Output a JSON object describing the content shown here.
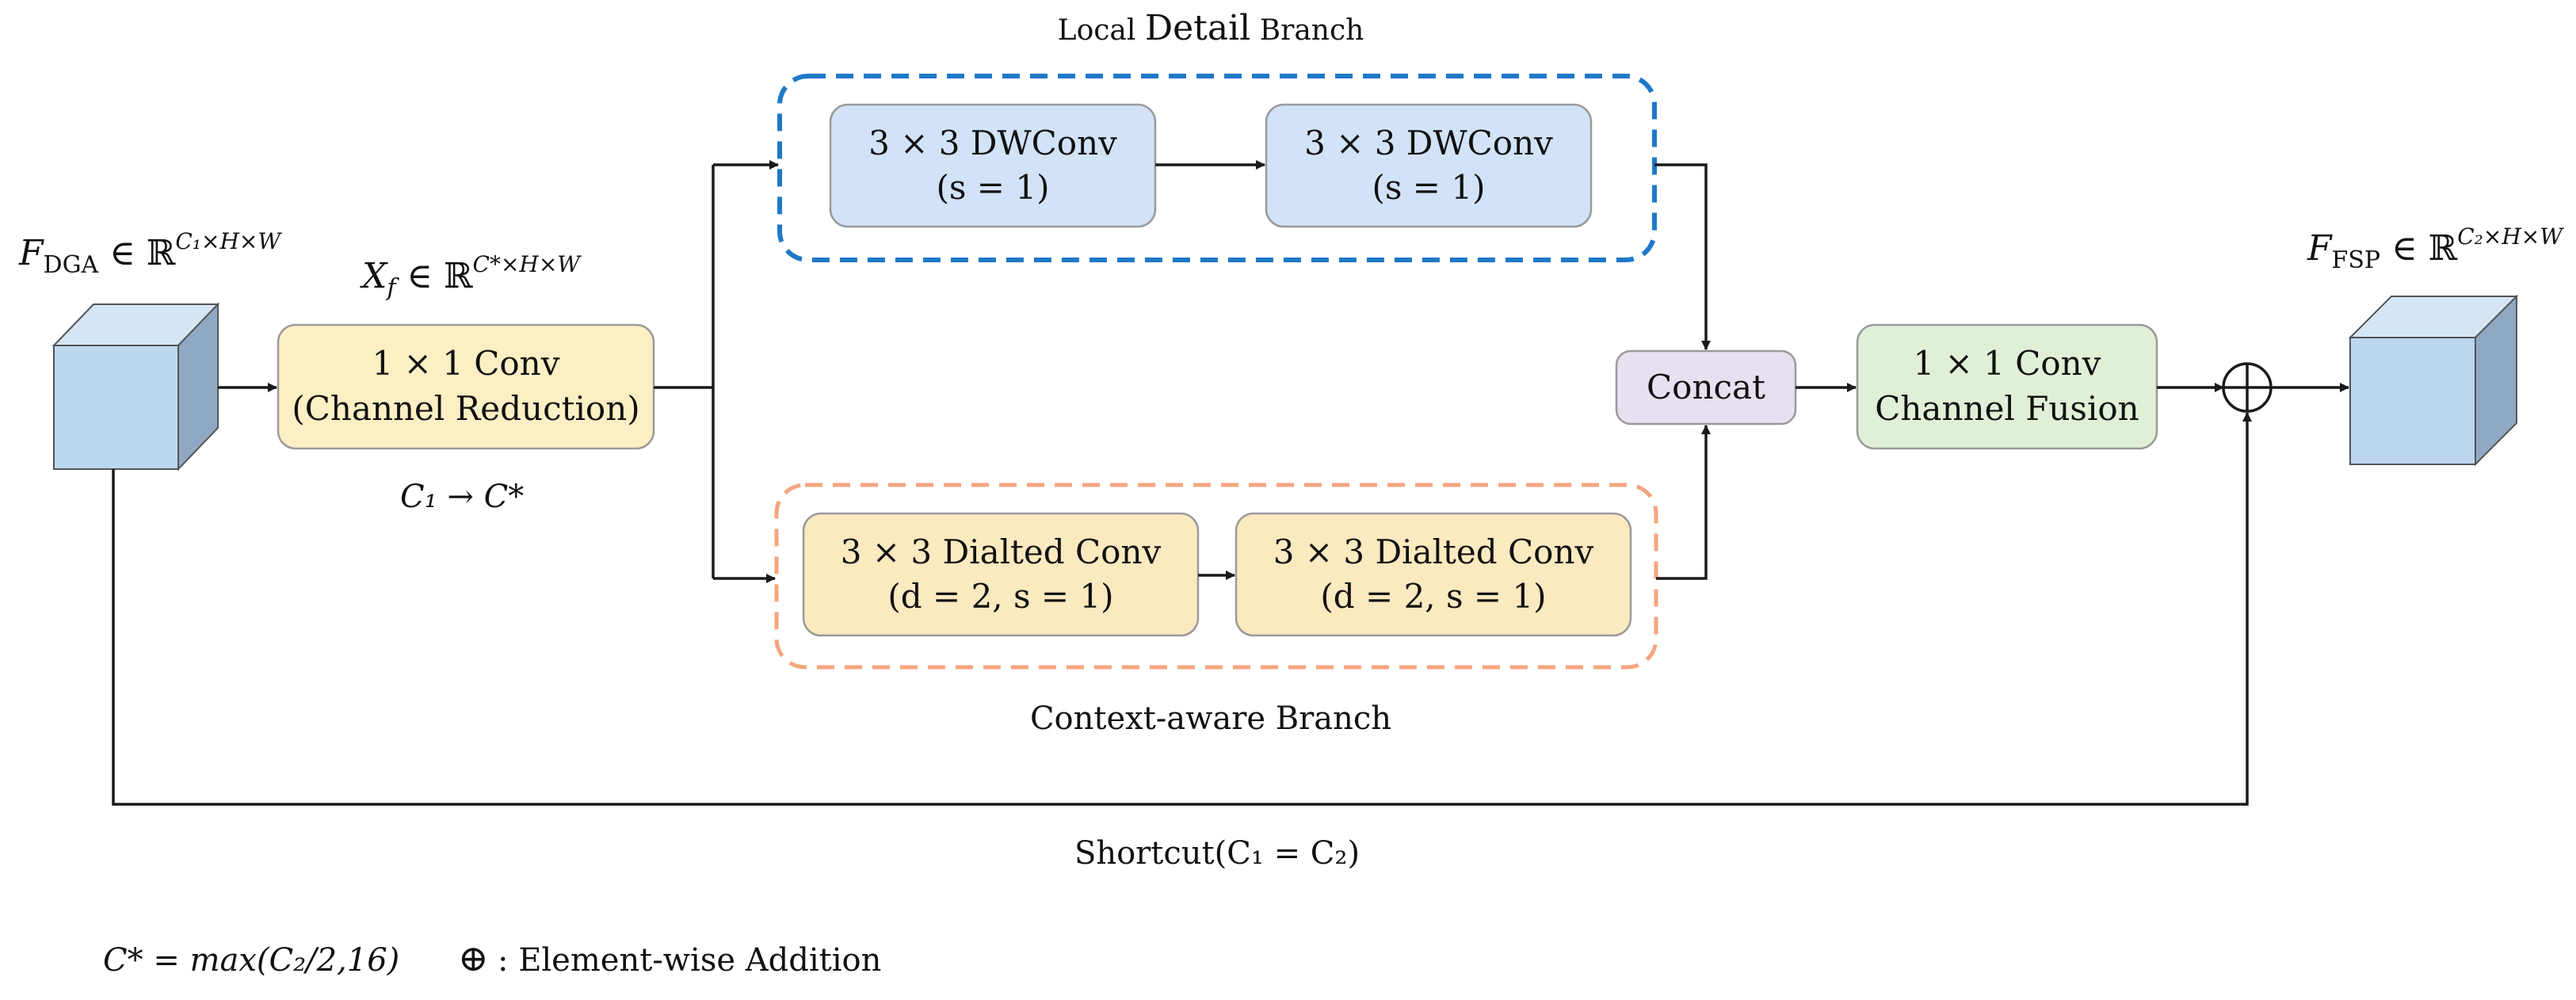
{
  "colors": {
    "cube_front": "#bcd6ee",
    "cube_top": "#d4e6f6",
    "cube_side": "#8fa9c4",
    "conv_yellow": "#fdefc4",
    "dwconv_blue": "#d2e3f8",
    "dilated_yellow": "#fbe9bf",
    "concat_purple": "#e8e0f0",
    "fusion_green": "#e0f0d6",
    "local_branch_border": "#1f78c8",
    "context_branch_border": "#f4a57e",
    "line": "#1a1a1a"
  },
  "labels": {
    "input_feature": {
      "base": "F",
      "sub": "DGA",
      "rest": " ∈ ℝ",
      "sup": "C₁×H×W"
    },
    "xf_feature": {
      "base": "X",
      "sub": "f",
      "rest": " ∈ ℝ",
      "sup": "C*×H×W"
    },
    "output_feature": {
      "base": "F",
      "sub": "FSP",
      "rest": " ∈ ℝ",
      "sup": "C₂×H×W"
    },
    "channel_map": "C₁ → C*",
    "local_branch_title_a": "Local ",
    "local_branch_title_b": "Detail",
    "local_branch_title_c": " Branch",
    "context_branch_title": "Context-aware Branch",
    "shortcut": "Shortcut(C₁ = C₂)",
    "legend_formula": "C* = max(C₂/2,16)",
    "legend_plus": "⊕",
    "legend_addition": ": Element-wise Addition"
  },
  "boxes": {
    "reduction": {
      "line1": "1 × 1 Conv",
      "line2": "(Channel Reduction)"
    },
    "dw1": {
      "line1": "3 × 3 DWConv",
      "line2": "(s = 1)"
    },
    "dw2": {
      "line1": "3 × 3 DWConv",
      "line2": "(s = 1)"
    },
    "dil1": {
      "line1": "3 × 3 Dialted Conv",
      "line2": "(d = 2, s = 1)"
    },
    "dil2": {
      "line1": "3 × 3 Dialted Conv",
      "line2": "(d = 2, s = 1)"
    },
    "concat": {
      "line1": "Concat"
    },
    "fusion": {
      "line1": "1 × 1 Conv",
      "line2": "Channel Fusion"
    }
  },
  "icons": {
    "add_node": "circle-plus-icon",
    "arrowhead": "arrow-head-icon"
  }
}
